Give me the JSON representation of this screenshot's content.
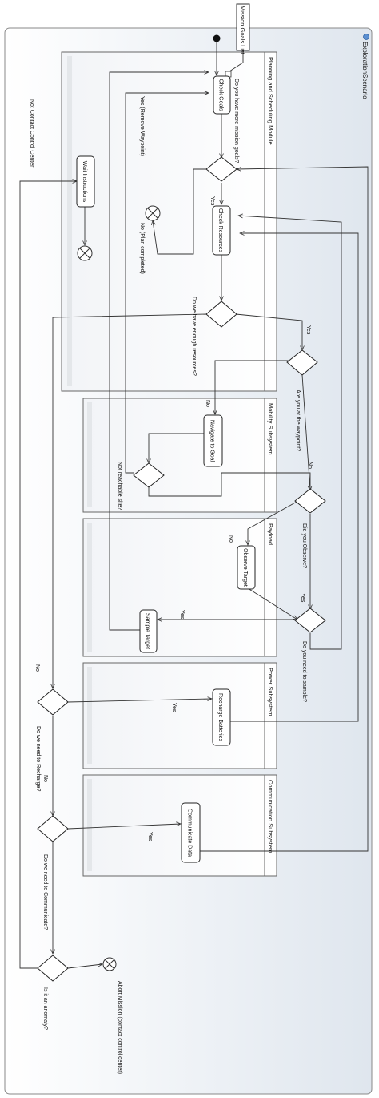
{
  "diagram": {
    "title": "ExplorationScenario",
    "input_pin_label": "Mission Goals List"
  },
  "partitions": [
    {
      "id": "planning",
      "label": "Planning and Scheduling Module"
    },
    {
      "id": "mobility",
      "label": "Mobility Subsystem"
    },
    {
      "id": "payload",
      "label": "Payload"
    },
    {
      "id": "power",
      "label": "Power Subsystem"
    },
    {
      "id": "comm",
      "label": "Communication Subsystem"
    }
  ],
  "actions": {
    "check_goals": "Check Goals",
    "check_resources": "Check Resources",
    "wait_instructions": "Wait Instructions",
    "navigate": "Navigate to Goal",
    "observe": "Observe Target",
    "sample": "Sample Target",
    "recharge": "Recharge Batteries",
    "communicate": "Communicate Data"
  },
  "decisions": {
    "more_goals": "Do you have more mission goals?",
    "enough_resources": "Do we have enough resources?",
    "at_waypoint": "Are you at the waypoint?",
    "not_reachable": "Not reachable site?",
    "did_observe": "Did you Observe?",
    "need_sample": "Do you need to sample?",
    "need_recharge": "Do we need to Recharge?",
    "need_communicate": "Do we need to Communicate?",
    "anomaly": "Is it an anomaly?"
  },
  "edge_labels": {
    "remove_waypoint": "Yes (Remove Waypoint)",
    "plan_completed": "No (Plan completed)",
    "yes_more_goals": "Yes",
    "yes_resources": "Yes",
    "no_waypoint": "No",
    "no_observe": "No",
    "no_observe_2": "No",
    "yes_observe": "Yes",
    "yes_sample": "Yes",
    "no_resources": "No",
    "yes_recharge": "Yes",
    "no_recharge": "No",
    "yes_communicate": "Yes",
    "contact_center": "No: Contact Control Center",
    "abort_mission": "Abort Mission (contact control center)"
  },
  "colors": {
    "frame_fill": "#e9eef3",
    "partition_fill": "#f7f9fb",
    "stroke": "#333333"
  }
}
